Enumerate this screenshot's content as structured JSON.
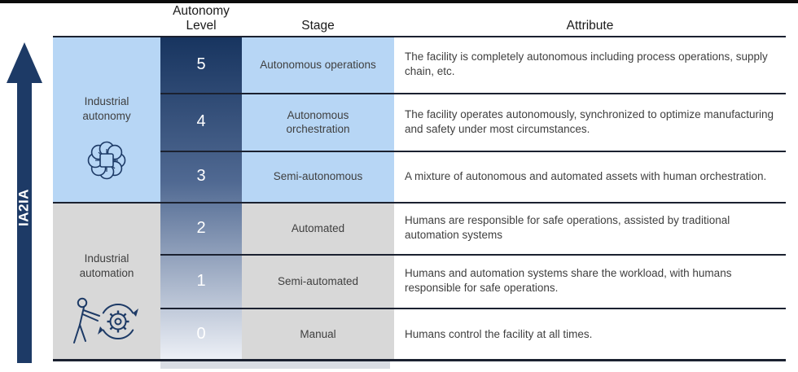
{
  "page": {
    "acronym": "IA2IA"
  },
  "header": {
    "col_level": "Autonomy Level",
    "col_stage": "Stage",
    "col_attribute": "Attribute"
  },
  "categories": [
    {
      "label": "Industrial autonomy",
      "icon": "ai-brain-chip-icon"
    },
    {
      "label": "Industrial automation",
      "icon": "operator-gear-cycle-icon"
    }
  ],
  "rows": [
    {
      "level": "5",
      "stage": "Autonomous operations",
      "attribute": "The facility is completely autonomous including process operations, supply chain, etc."
    },
    {
      "level": "4",
      "stage": "Autonomous orchestration",
      "attribute": "The facility operates autonomously, synchronized to optimize manufacturing and safety under most circumstances."
    },
    {
      "level": "3",
      "stage": "Semi-autonomous",
      "attribute": "A mixture of autonomous and automated assets with human orchestration."
    },
    {
      "level": "2",
      "stage": "Automated",
      "attribute": "Humans are responsible for safe operations, assisted by traditional automation systems"
    },
    {
      "level": "1",
      "stage": "Semi-automated",
      "attribute": "Humans and automation systems share the workload, with humans responsible for safe operations."
    },
    {
      "level": "0",
      "stage": "Manual",
      "attribute": "Humans control the facility at all times."
    }
  ],
  "colors": {
    "navy": "#1d3a66",
    "lightblue": "#b7d6f5",
    "gray": "#d8d8d8",
    "line": "#1b2130",
    "text": "#3f3f3f",
    "grad_top": "#17345f",
    "grad_bottom": "#eef1f7"
  }
}
